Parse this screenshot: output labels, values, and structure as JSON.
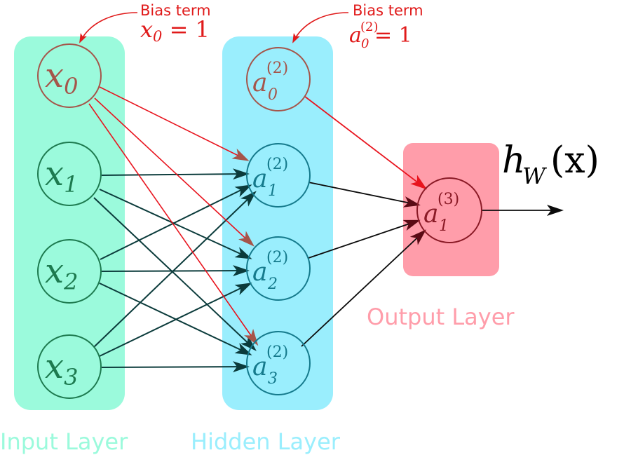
{
  "colors": {
    "input_panel": "#9bfadc",
    "hidden_panel": "#9aeefd",
    "output_panel": "#ff9daa",
    "input_node": "#1d7a4f",
    "hidden_node": "#157a8c",
    "output_node": "#8a1a26",
    "bias_node": "#a5554a",
    "bias_text": "#e01a1a",
    "bias_edge": "#e8141e",
    "edge": "#0b0b0b",
    "input_label": "#9bfadc",
    "hidden_label": "#9aeefd",
    "output_label": "#ff9daa"
  },
  "layers": {
    "input": {
      "label": "Input Layer"
    },
    "hidden": {
      "label": "Hidden Layer"
    },
    "output": {
      "label": "Output Layer"
    }
  },
  "nodes": {
    "x0": {
      "base": "x",
      "sub": "0"
    },
    "x1": {
      "base": "x",
      "sub": "1"
    },
    "x2": {
      "base": "x",
      "sub": "2"
    },
    "x3": {
      "base": "x",
      "sub": "3"
    },
    "a0": {
      "base": "a",
      "sub": "0",
      "sup": "(2)"
    },
    "a1": {
      "base": "a",
      "sub": "1",
      "sup": "(2)"
    },
    "a2": {
      "base": "a",
      "sub": "2",
      "sup": "(2)"
    },
    "a3": {
      "base": "a",
      "sub": "3",
      "sup": "(2)"
    },
    "out": {
      "base": "a",
      "sub": "1",
      "sup": "(3)"
    }
  },
  "bias_annotations": {
    "input": {
      "title": "Bias term",
      "eq_base": "x",
      "eq_sub": "0",
      "eq_rhs": " = 1"
    },
    "hidden": {
      "title": "Bias term",
      "eq_base": "a",
      "eq_sub": "0",
      "eq_sup": "(2)",
      "eq_rhs": " = 1"
    }
  },
  "output_function": {
    "base": "h",
    "sub": "W",
    "arg": "(x)"
  }
}
